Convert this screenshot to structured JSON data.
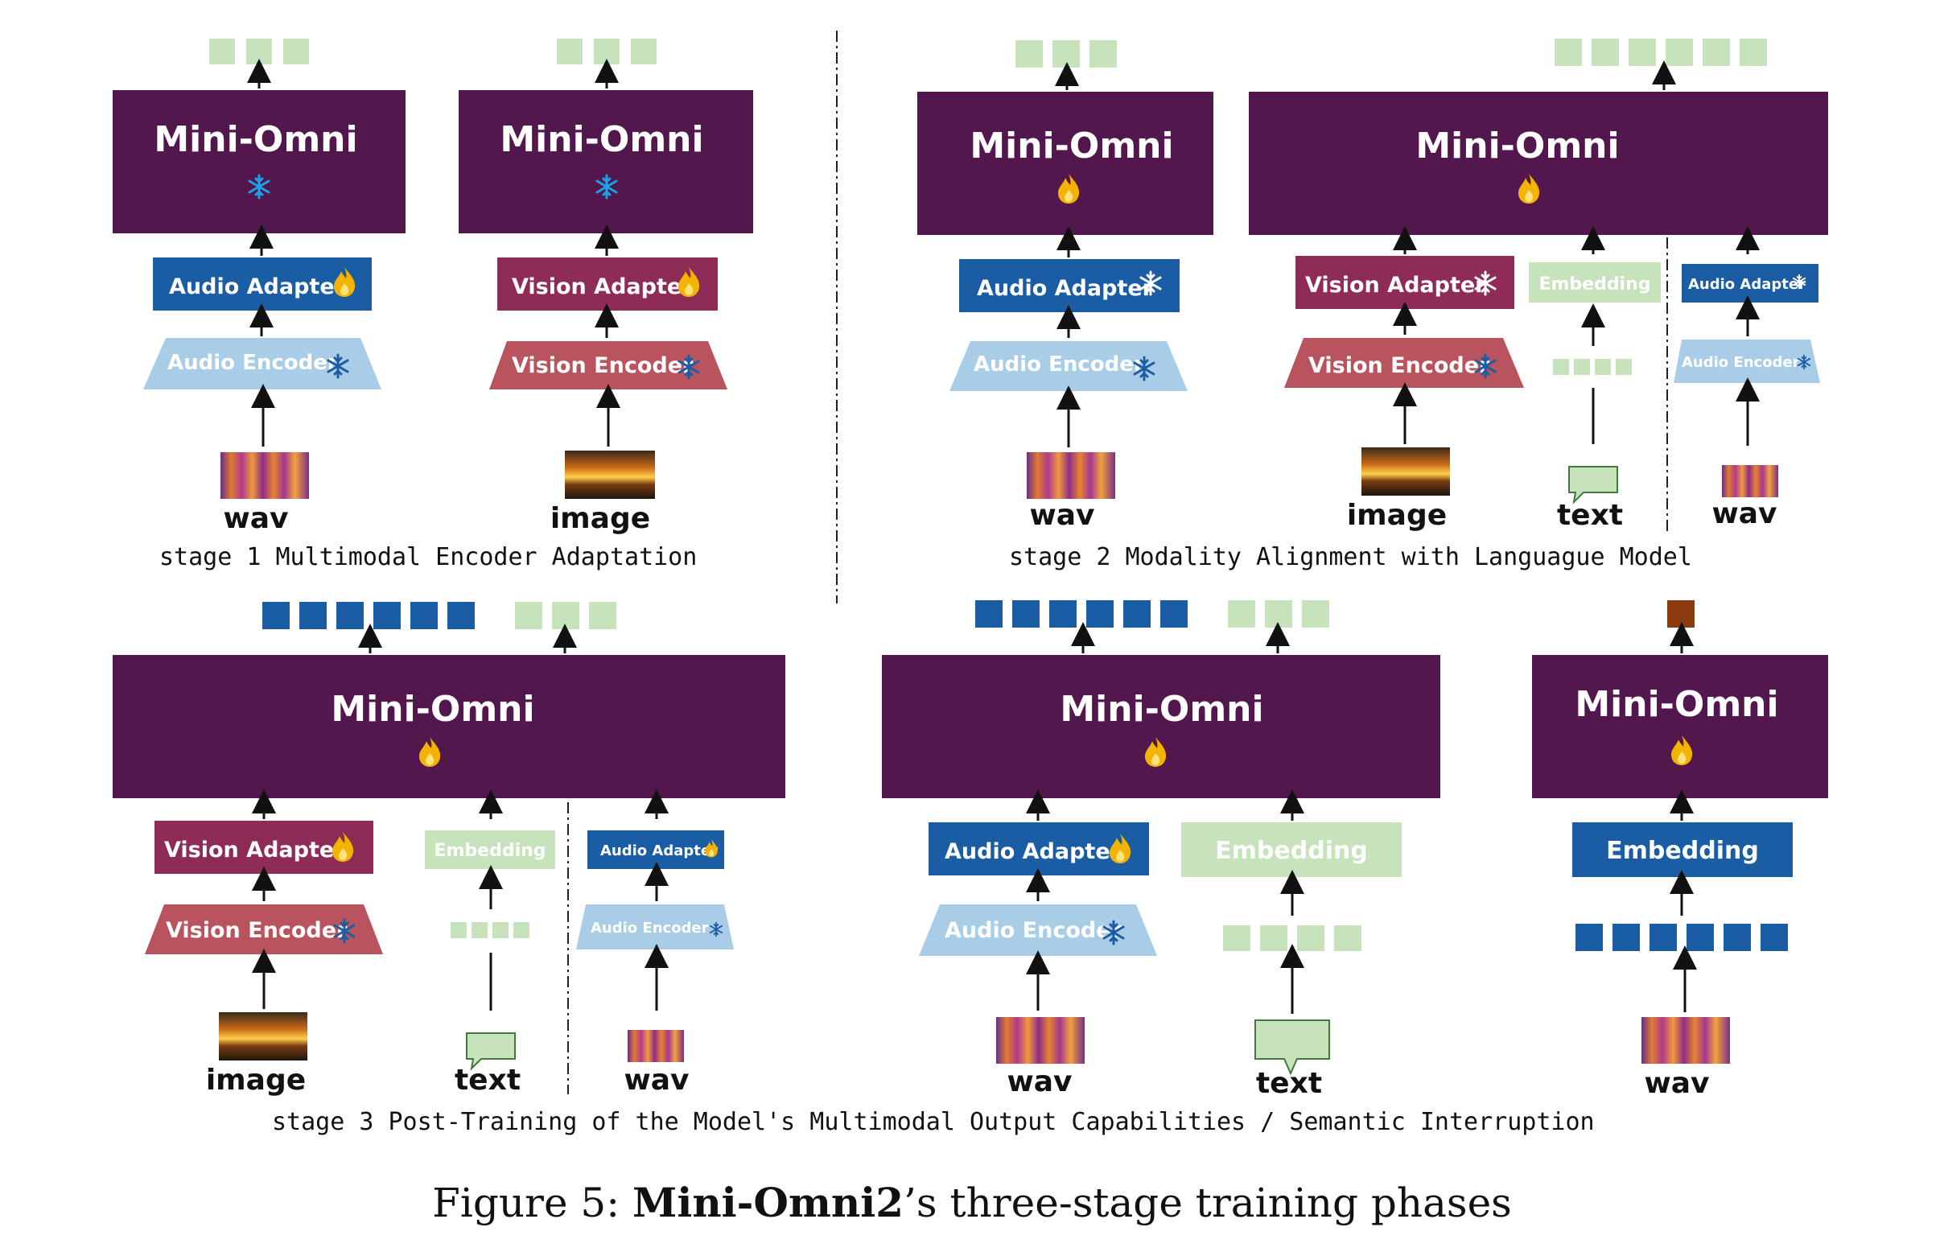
{
  "diagram": {
    "model_label": "Mini-Omni",
    "audio_adapter": "Audio Adapter",
    "vision_adapter": "Vision Adapter",
    "audio_encoder": "Audio Encoder",
    "vision_encoder": "Vision Encoder",
    "embedding": "Embedding",
    "inputs": {
      "wav": "wav",
      "image": "image",
      "text": "text"
    },
    "stage1": "stage 1  Multimodal Encoder Adaptation",
    "stage2": "stage 2 Modality Alignment with Languague Model",
    "stage3": "stage 3 Post-Training of the Model's Multimodal Output Capabilities / Semantic Interruption",
    "caption_prefix": "Figure 5: ",
    "caption_bold": "Mini-Omni2",
    "caption_suffix": "’s three-stage training phases",
    "colors": {
      "model": "#52174c",
      "audio_adapter": "#1b5da4",
      "vision_adapter": "#8e2c57",
      "audio_encoder": "#a9cde6",
      "vision_encoder": "#b9545e",
      "embedding_light": "#c6e3bb",
      "text_token": "#c6e3bb",
      "audio_token": "#1b5da4",
      "interrupt_token": "#8b3b0e",
      "frozen_icon": "#1aa3e8",
      "trainable_icon": "#f5b301"
    },
    "icons": [
      "snowflake-icon",
      "flame-icon",
      "spectrogram-icon",
      "sunset-image-icon",
      "speech-bubble-icon"
    ]
  }
}
